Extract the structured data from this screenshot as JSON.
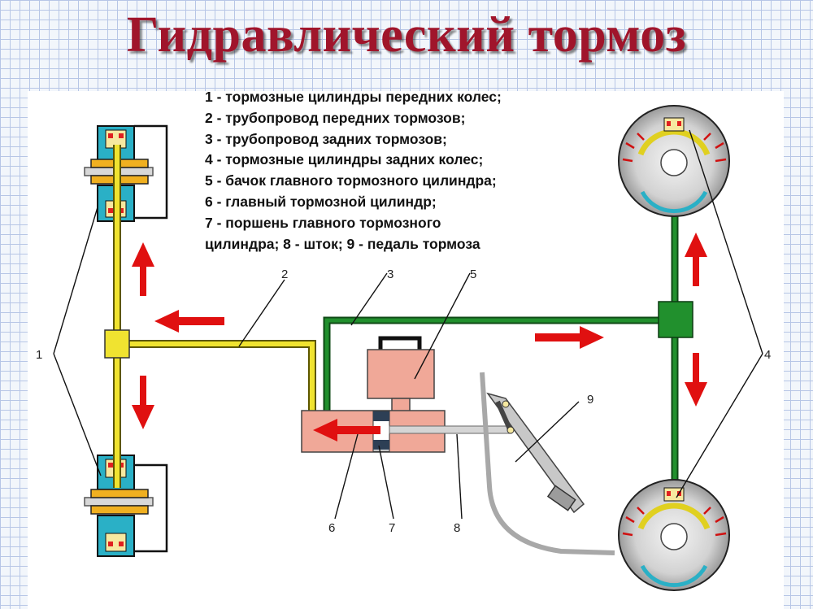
{
  "title": "Гидравлический тормоз",
  "legend": [
    "1 - тормозные цилиндры передних колес;",
    "2 - трубопровод передних тормозов;",
    "3 - трубопровод задних тормозов;",
    "4 - тормозные цилиндры задних колес;",
    "5 - бачок главного тормозного цилиндра;",
    "6 - главный тормозной цилиндр;",
    "7 - поршень главного тормозного",
    "цилиндра; 8 - шток; 9 - педаль тормоза"
  ],
  "callouts": {
    "c1": "1",
    "c2": "2",
    "c3": "3",
    "c4": "4",
    "c5": "5",
    "c6": "6",
    "c7": "7",
    "c8": "8",
    "c9": "9"
  },
  "colors": {
    "front_line": "#f0e330",
    "rear_line": "#21902d",
    "reservoir": "#f0a898",
    "arrow": "#e01010"
  }
}
